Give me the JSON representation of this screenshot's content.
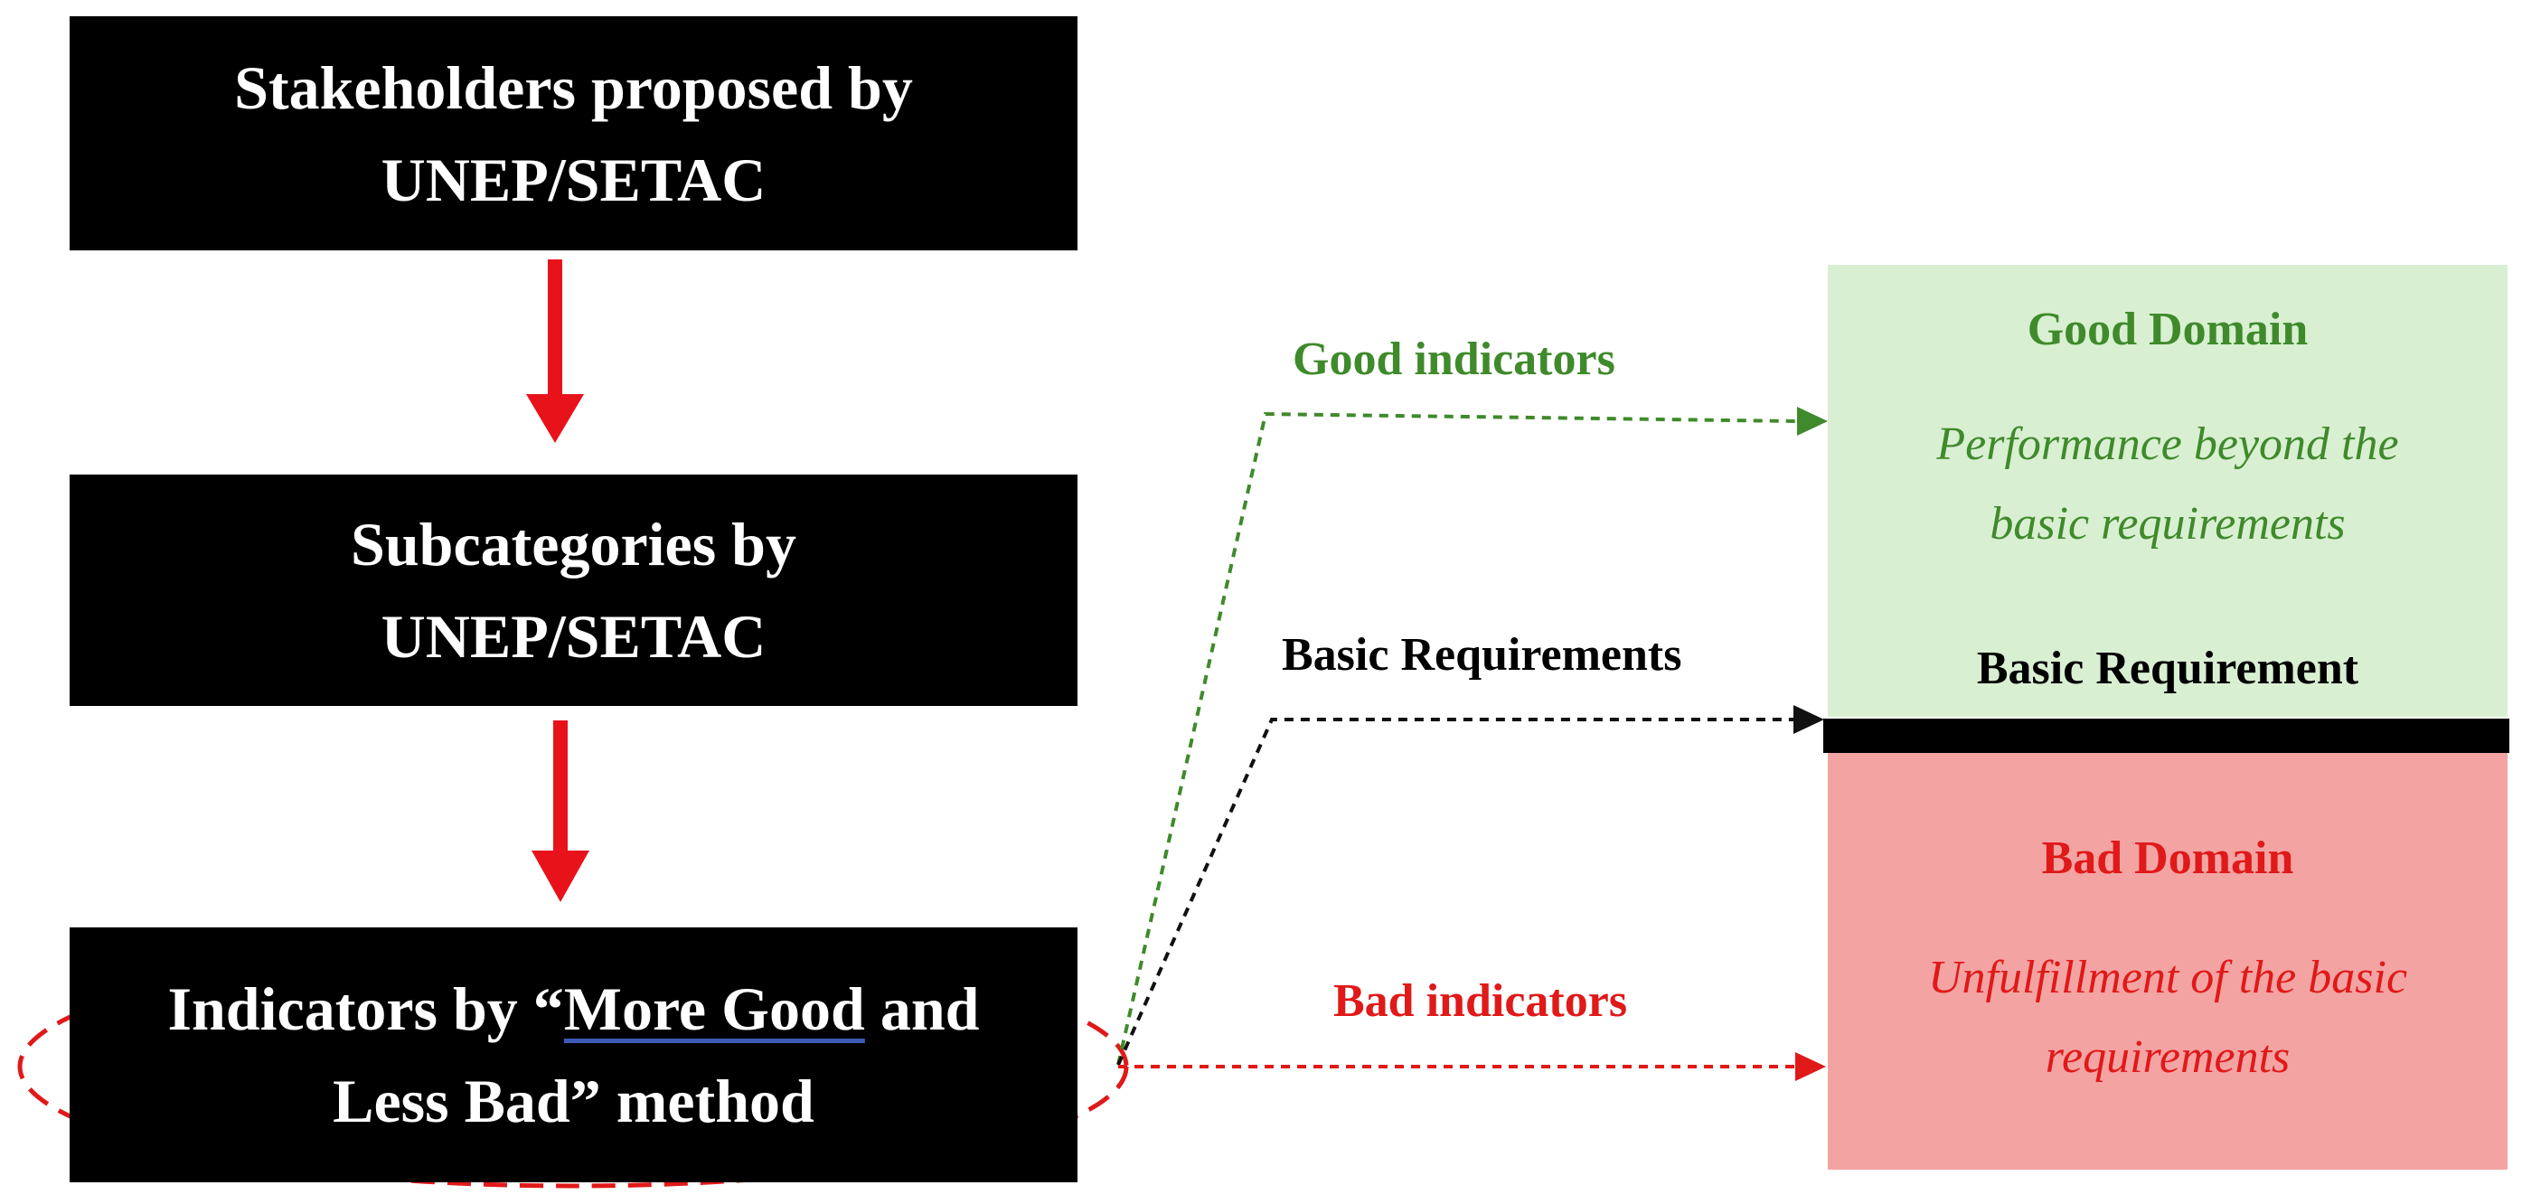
{
  "boxes": {
    "stakeholders": "Stakeholders proposed by\nUNEP/SETAC",
    "subcategories": "Subcategories by\nUNEP/SETAC",
    "indicators_pre": "Indicators by “",
    "indicators_underlined": "More Good",
    "indicators_post": " and\nLess Bad” method"
  },
  "arrows": {
    "good": "Good indicators",
    "basic": "Basic Requirements",
    "bad": "Bad indicators"
  },
  "domains": {
    "good_title": "Good Domain",
    "good_desc": "Performance beyond the\nbasic requirements",
    "basic_requirement": "Basic Requirement",
    "bad_title": "Bad Domain",
    "bad_desc": "Unfulfillment of the basic\nrequirements"
  },
  "colors": {
    "green": "#3f8a2b",
    "red": "#e01919",
    "good_fill": "#d9efd2",
    "bad_fill": "#f4a3a3"
  }
}
